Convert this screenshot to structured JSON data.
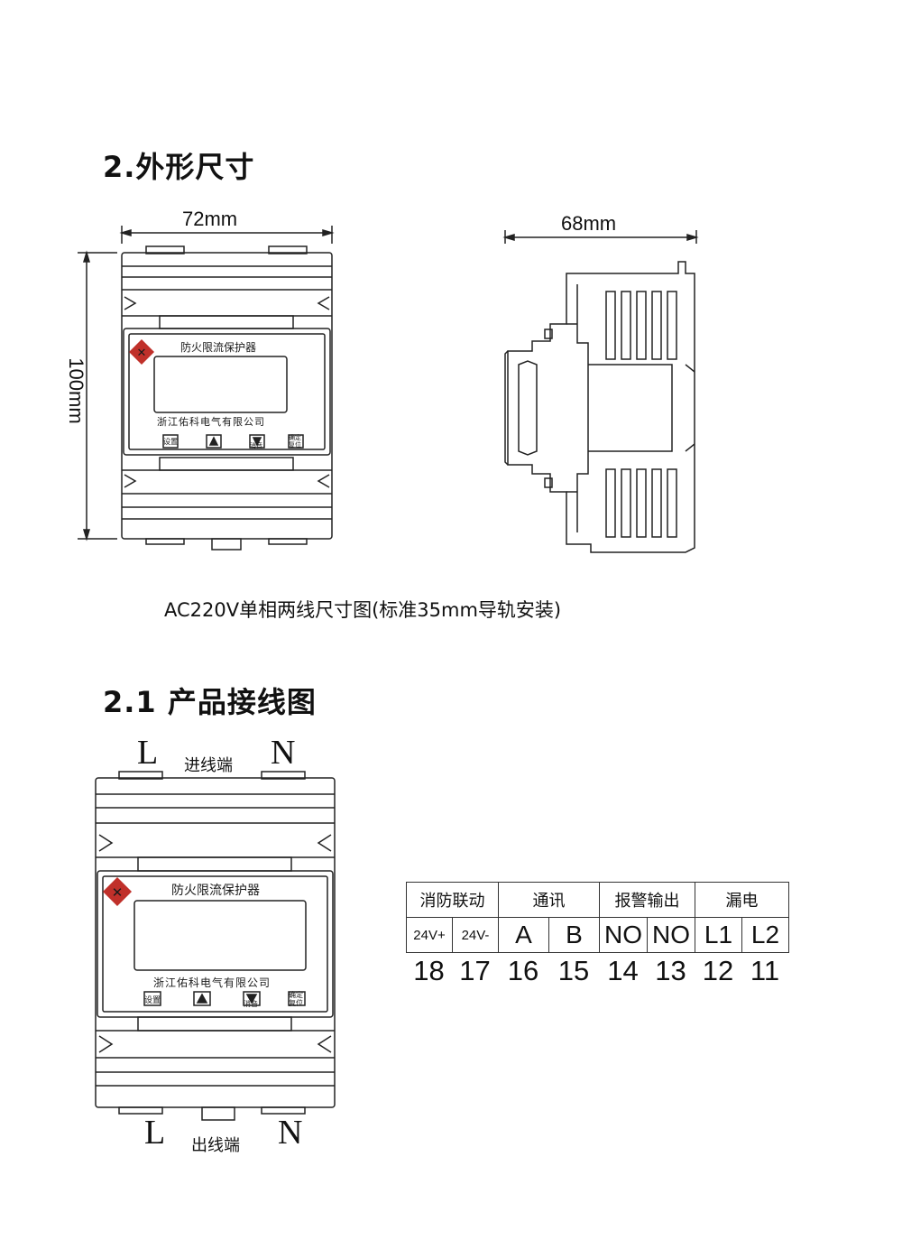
{
  "section_outline": {
    "title": "2.外形尺寸"
  },
  "dimensions": {
    "width": "72mm",
    "height": "100mm",
    "depth": "68mm"
  },
  "device": {
    "name": "防火限流保护器",
    "company": "浙江佑科电气有限公司",
    "buttons": {
      "set": "设置",
      "up": "▲",
      "down": "▼",
      "down_sub": "消音",
      "reset": "确定复位"
    }
  },
  "caption": "AC220V单相两线尺寸图(标准35mm导轨安装)",
  "section_wiring": {
    "title": "2.1 产品接线图"
  },
  "wiring": {
    "top_L": "L",
    "top_N": "N",
    "input_label": "进线端",
    "bottom_L": "L",
    "bottom_N": "N",
    "output_label": "出线端"
  },
  "terminal_table": {
    "groups": [
      "消防联动",
      "通讯",
      "报警输出",
      "漏电"
    ],
    "signals": [
      "24V+",
      "24V-",
      "A",
      "B",
      "NO",
      "NO",
      "L1",
      "L2"
    ],
    "numbers": [
      "18",
      "17",
      "16",
      "15",
      "14",
      "13",
      "12",
      "11"
    ]
  }
}
